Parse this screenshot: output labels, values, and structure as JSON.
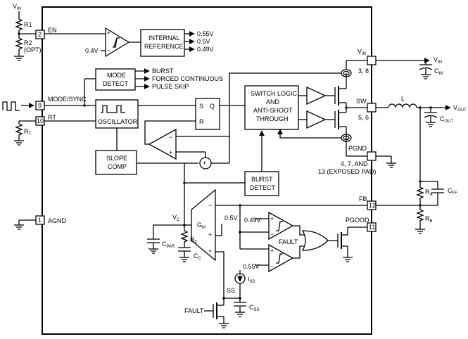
{
  "pins": {
    "en": {
      "name": "EN",
      "num": "2"
    },
    "mode_sync": {
      "name": "MODE/SYNC",
      "num": "9"
    },
    "rt": {
      "name": "RT",
      "num": "10"
    },
    "agnd": {
      "name": "AGND",
      "num": "1"
    },
    "vin": {
      "name": "V",
      "sub": "IN",
      "num": "3, 8"
    },
    "sw": {
      "name": "SW",
      "num": "5, 6"
    },
    "pgnd": {
      "name": "PGND",
      "num_line1": "4, 7, AND",
      "num_line2": "13 (EXPOSED PAD)"
    },
    "fb": {
      "name": "FB",
      "num": "12"
    },
    "pgood": {
      "name": "PGOOD",
      "num": "11"
    }
  },
  "blocks": {
    "internal_reference": [
      "INTERNAL",
      "REFERENCE"
    ],
    "mode_detect": [
      "MODE",
      "DETECT"
    ],
    "oscillator": "OSCILLATOR",
    "slope_comp": [
      "SLOPE",
      "COMP"
    ],
    "switch_logic": [
      "SWITCH LOGIC",
      "AND",
      "ANTI-SHOOT",
      "THROUGH"
    ],
    "burst_detect": [
      "BURST",
      "DETECT"
    ],
    "sr_latch": {
      "s": "S",
      "q": "Q",
      "r": "R"
    },
    "gm": {
      "main": "G",
      "sub": "M"
    }
  },
  "labels": {
    "ref_outputs": [
      "0.55V",
      "0.5V",
      "0.49V"
    ],
    "en_threshold": "0.4V",
    "mode_outputs": [
      "BURST",
      "FORCED CONTINUOUS",
      "PULSE SKIP"
    ],
    "vc": {
      "main": "V",
      "sub": "C"
    },
    "cpar": {
      "main": "C",
      "sub": "PAR"
    },
    "rc": {
      "main": "R",
      "sub": "C"
    },
    "cc": {
      "main": "C",
      "sub": "C"
    },
    "gm_ref": "0.5V",
    "comp_049": "0.49V",
    "comp_055": "0.55V",
    "fault": "FAULT",
    "fault_ss": "FAULT",
    "ss": "SS",
    "iss": {
      "main": "I",
      "sub": "SS"
    },
    "css": {
      "main": "C",
      "sub": "SS"
    },
    "plus": "+",
    "minus": "−"
  },
  "external": {
    "vin_top": {
      "main": "V",
      "sub": "IN"
    },
    "r1": "R1",
    "r2": [
      "R2",
      "(OPT)"
    ],
    "rt": {
      "main": "R",
      "sub": "T"
    },
    "vin_out": {
      "main": "V",
      "sub": "IN"
    },
    "cin": {
      "main": "C",
      "sub": "IN"
    },
    "inductor": "L",
    "vout": {
      "main": "V",
      "sub": "OUT"
    },
    "cout": {
      "main": "C",
      "sub": "OUT"
    },
    "ra": {
      "main": "R",
      "sub": "A"
    },
    "rb": {
      "main": "R",
      "sub": "B"
    },
    "cff": {
      "main": "C",
      "sub": "FF"
    }
  }
}
